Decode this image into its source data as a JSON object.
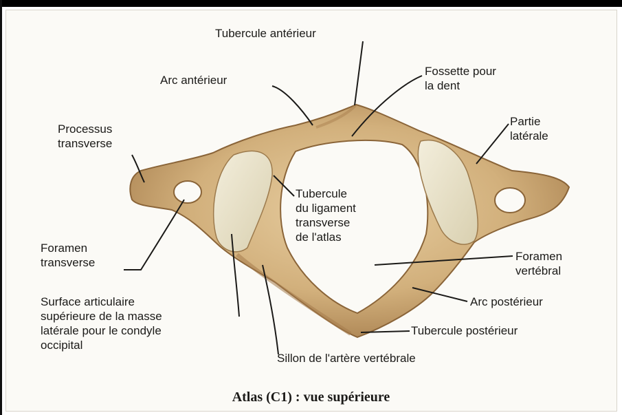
{
  "labels": {
    "tubercule_anterieur": "Tubercule antérieur",
    "arc_anterieur": "Arc antérieur",
    "fossette_dent": [
      "Fossette pour",
      "la dent"
    ],
    "processus_transverse": [
      "Processus",
      "transverse"
    ],
    "partie_laterale": [
      "Partie",
      "latérale"
    ],
    "tubercule_ligament": [
      "Tubercule",
      "du ligament",
      "transverse",
      "de l'atlas"
    ],
    "foramen_transverse": [
      "Foramen",
      "transverse"
    ],
    "foramen_vertebral": [
      "Foramen",
      "vertébral"
    ],
    "arc_posterieur": "Arc postérieur",
    "surface_articulaire": [
      "Surface articulaire",
      "supérieure de la masse",
      "latérale pour le condyle",
      "occipital"
    ],
    "tubercule_posterieur": "Tubercule postérieur",
    "sillon_artere": "Sillon de l'artère vertébrale"
  },
  "caption": "Atlas (C1) : vue supérieure",
  "colors": {
    "bone": "#d7b88a",
    "bone_shadow": "#a67c4c",
    "articular_surface": "#ece6cf",
    "leader_line": "#1b1a18"
  }
}
